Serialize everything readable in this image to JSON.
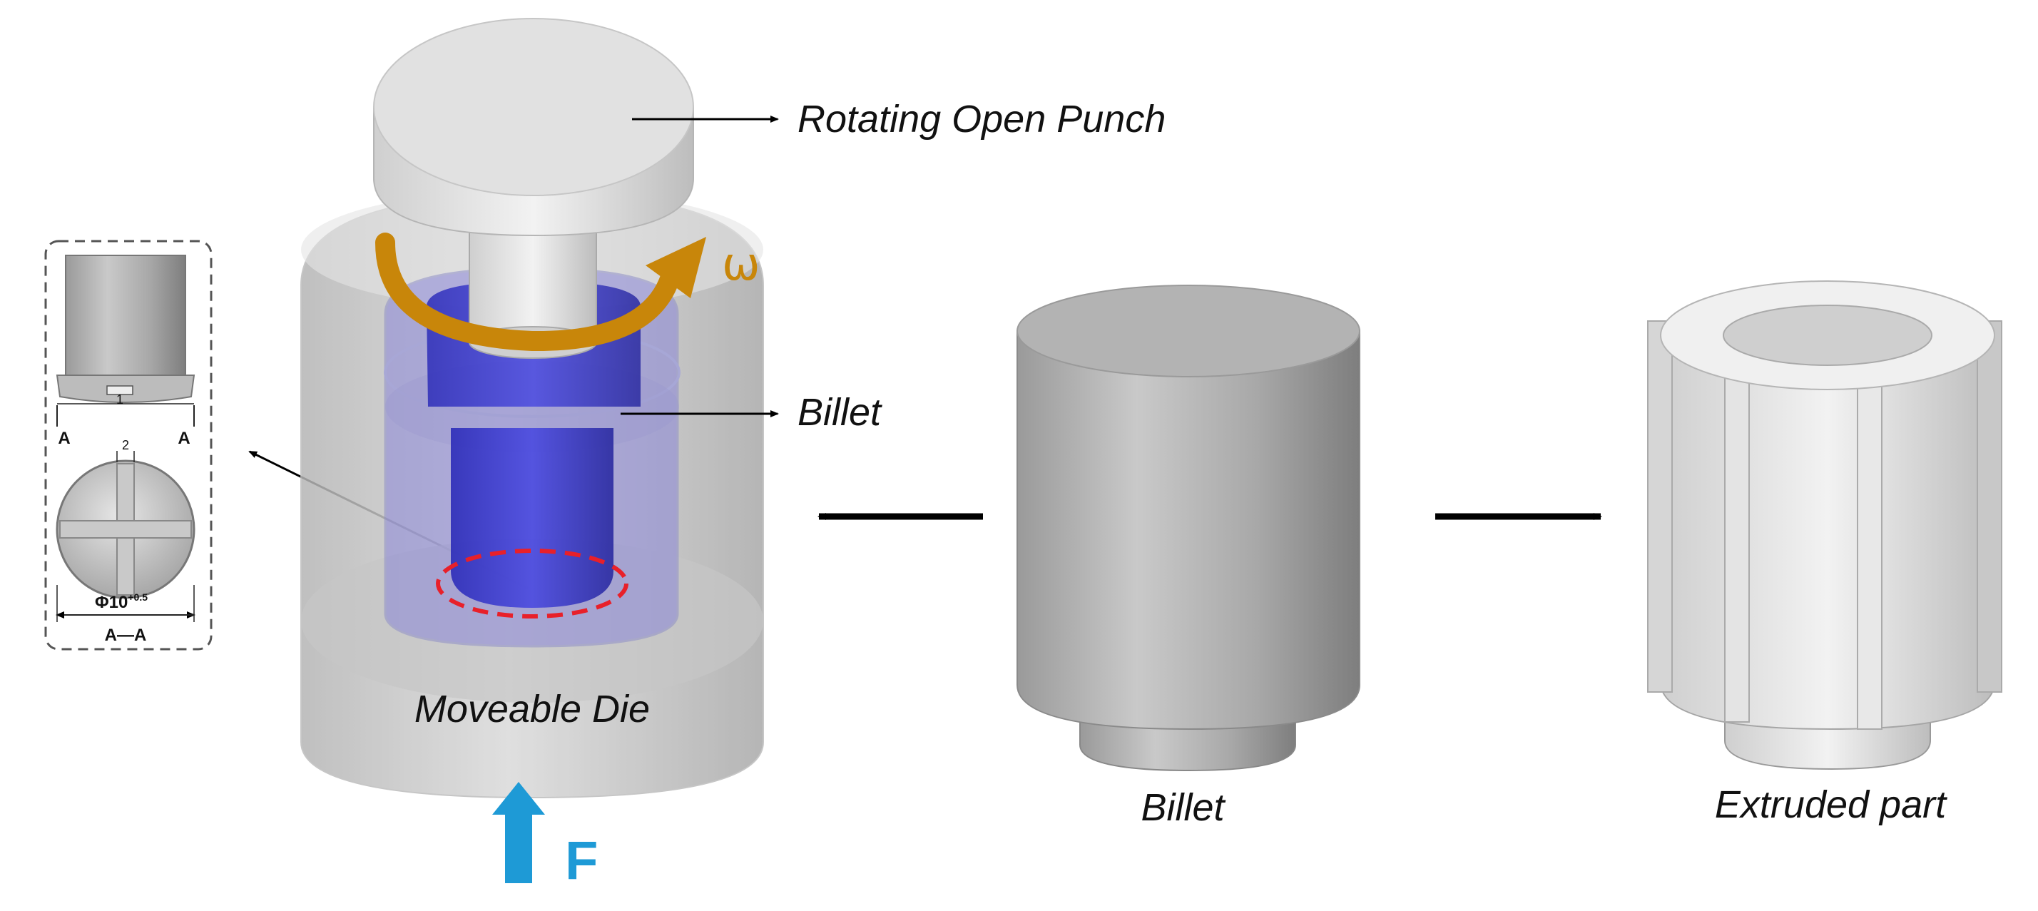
{
  "labels": {
    "rotating_open_punch": "Rotating Open Punch",
    "billet_inside": "Billet",
    "moveable_die": "Moveable Die",
    "force": "F",
    "omega": "ω",
    "billet": "Billet",
    "extruded_part": "Extruded part"
  },
  "inset": {
    "section_mark_left": "A",
    "section_mark_right": "A",
    "section_view": "A—A",
    "diameter": "Φ10",
    "diameter_tolerance": "+0.5",
    "dim_1": "1",
    "dim_2": "2"
  },
  "colors": {
    "omega_arrow": "#c8860a",
    "force_arrow": "#1e9ad6",
    "billet_blue": "#3a3ad0",
    "highlight_ring": "#e8202a"
  }
}
